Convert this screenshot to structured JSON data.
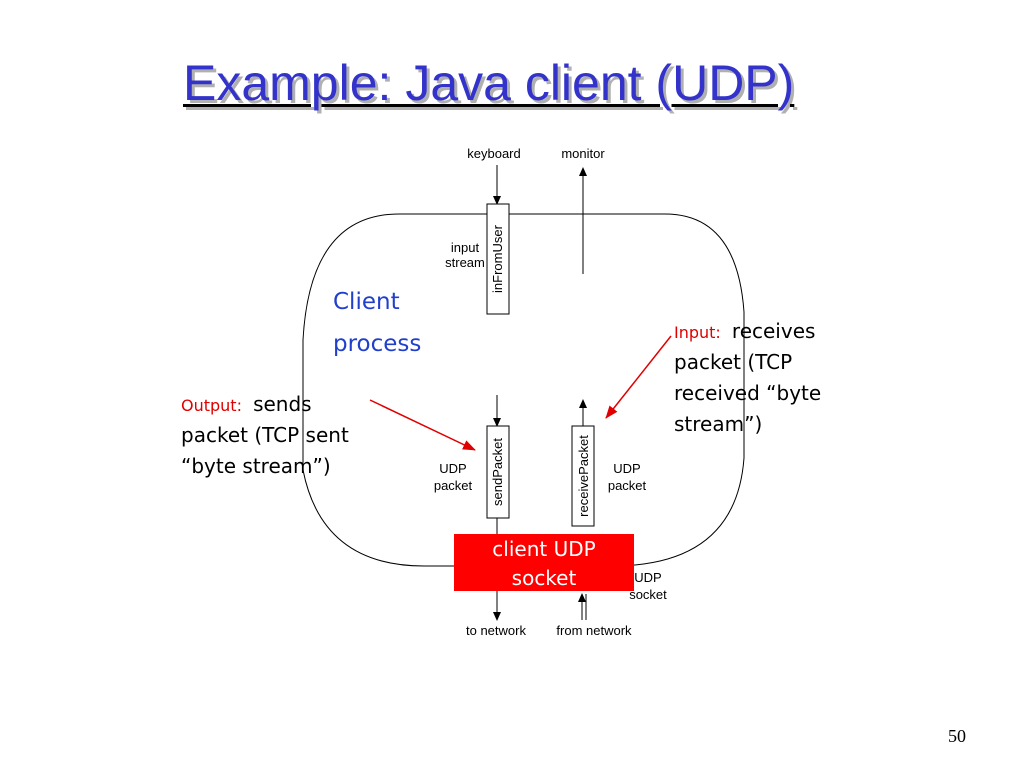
{
  "slide": {
    "title": "Example: Java client (UDP)",
    "page_number": "50"
  },
  "colors": {
    "title": "#3333cc",
    "title_shadow": "#b0b0b0",
    "client_process": "#1f3fcc",
    "callout_label": "#e00000",
    "socket_fill": "#ff0000",
    "socket_text": "#ffffff",
    "arrow_red": "#e00000"
  },
  "diagram": {
    "top_labels": {
      "keyboard": "keyboard",
      "monitor": "monitor"
    },
    "input_stream": {
      "line1": "input",
      "line2": "stream"
    },
    "stream_boxes": {
      "in_from_user": "inFromUser",
      "send_packet": "sendPacket",
      "receive_packet": "receivePacket"
    },
    "client_process": {
      "line1": "Client",
      "line2": "process"
    },
    "udp_packet_left": {
      "line1": "UDP",
      "line2": "packet"
    },
    "udp_packet_right": {
      "line1": "UDP",
      "line2": "packet"
    },
    "socket": {
      "line1": "client UDP",
      "line2": "socket"
    },
    "udp_socket": {
      "line1": "UDP",
      "line2": "socket"
    },
    "bottom_labels": {
      "to_network": "to network",
      "from_network": "from network"
    },
    "output_callout": {
      "label": "Output:",
      "line1_rest": "sends",
      "line2": "packet (TCP sent",
      "line3": "“byte stream”)"
    },
    "input_callout": {
      "label": "Input:",
      "line1_rest": "receives",
      "line2": "packet (TCP",
      "line3": "received “byte",
      "line4": "stream”)"
    }
  }
}
